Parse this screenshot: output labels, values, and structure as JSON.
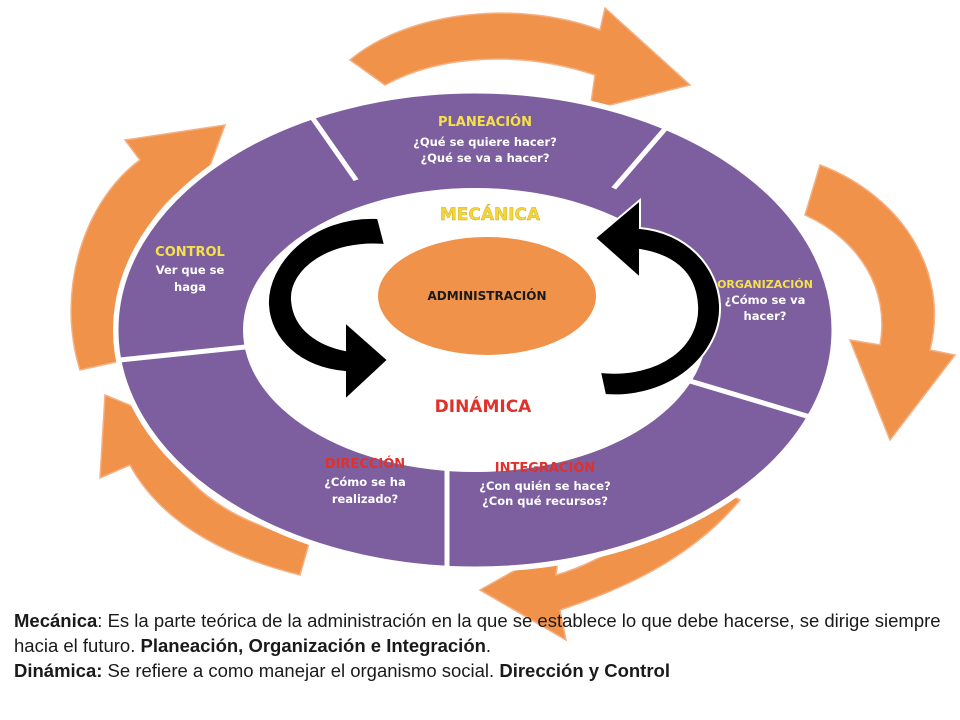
{
  "colors": {
    "orange": "#F0924A",
    "purple": "#7D5FA0",
    "yellow_title": "#F5E14A",
    "red_title": "#E0312B",
    "black_arrow": "#000000"
  },
  "center": {
    "label": "ADMINISTRACIÓN"
  },
  "mecanica_label": "MECÁNICA",
  "dinamica_label": "DINÁMICA",
  "segments": {
    "planeacion": {
      "title": "PLANEACIÓN",
      "lines": [
        "¿Qué se quiere hacer?",
        "¿Qué se va a hacer?"
      ]
    },
    "organizacion": {
      "title": "ORGANIZACIÓN",
      "lines": [
        "¿Cómo se va",
        "hacer?"
      ]
    },
    "integracion": {
      "title": "INTEGRACIÓN",
      "lines": [
        "¿Con quién se hace?",
        "¿Con qué recursos?"
      ]
    },
    "direccion": {
      "title": "DIRECCIÓN",
      "lines": [
        "¿Cómo se ha",
        "realizado?"
      ]
    },
    "control": {
      "title": "CONTROL",
      "lines": [
        "Ver que se",
        "haga"
      ]
    }
  },
  "caption": {
    "mecanica_term": "Mecánica",
    "mecanica_text": ": Es la parte teórica de la administración en la que se establece lo que debe hacerse, se dirige siempre hacia el futuro. ",
    "mecanica_phases": "Planeación, Organización  e Integración",
    "period": ".",
    "dinamica_term": "Dinámica:",
    "dinamica_text": " Se refiere a como manejar el organismo social. ",
    "dinamica_phases": "Dirección y Control"
  }
}
